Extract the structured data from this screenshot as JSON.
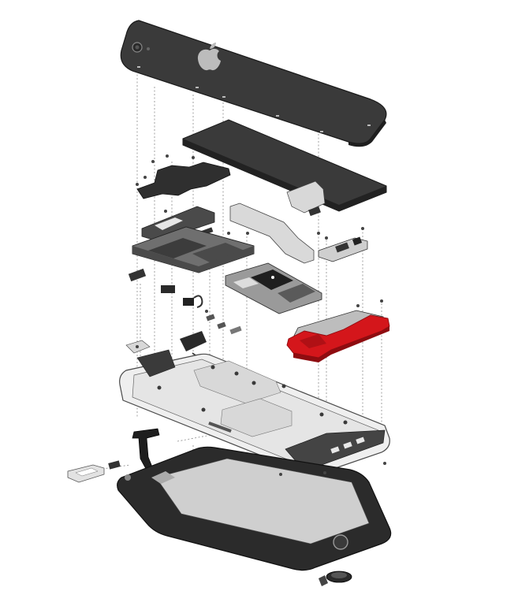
{
  "colors": {
    "background": "#ffffff",
    "glass_dark": "#3a3a3a",
    "glass_edge": "#1f1f1f",
    "board_gray": "#9a9a9a",
    "board_light": "#c8c8c8",
    "frame_light": "#efefef",
    "frame_stroke": "#4a4a4a",
    "accent_red": "#d4161b",
    "accent_red_dark": "#8e0c10",
    "guide_line": "#8a8a8a"
  },
  "components": [
    {
      "id": "back-glass",
      "icon": "apple-logo-icon"
    },
    {
      "id": "battery"
    },
    {
      "id": "logic-board-shield"
    },
    {
      "id": "logic-board"
    },
    {
      "id": "camera-module"
    },
    {
      "id": "antenna-bracket"
    },
    {
      "id": "dock-connector-cable"
    },
    {
      "id": "loudspeaker-assembly"
    },
    {
      "id": "stainless-steel-frame"
    },
    {
      "id": "sim-tray"
    },
    {
      "id": "display-assembly"
    },
    {
      "id": "home-button",
      "icon": "home-button-icon"
    }
  ]
}
